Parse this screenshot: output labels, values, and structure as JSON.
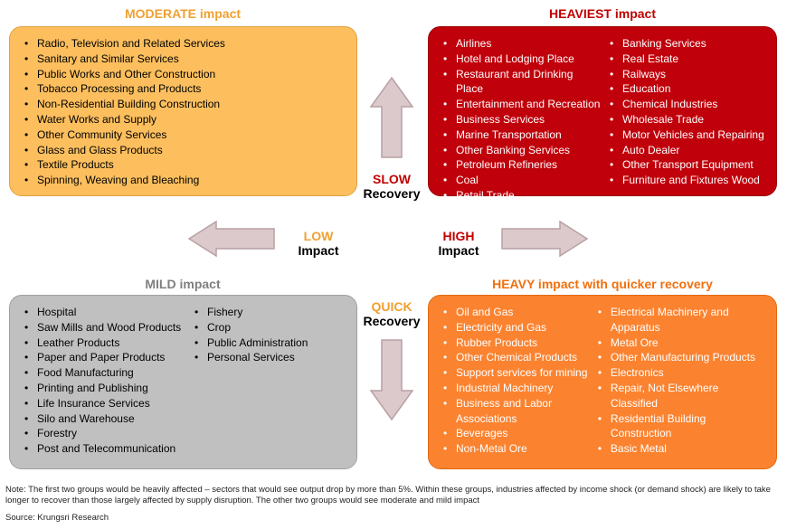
{
  "colors": {
    "moderate": "#fdbf5e",
    "moderate_title": "#f0a030",
    "heaviest": "#c0000b",
    "heaviest_title": "#c00000",
    "mild": "#c0c0c0",
    "mild_title": "#7f7f7f",
    "heavy": "#fb8330",
    "heavy_title": "#f07010",
    "arrow_fill": "#dcc9cb",
    "arrow_stroke": "#b8a0a3"
  },
  "quadrants": {
    "moderate": {
      "title": "MODERATE impact",
      "col1": [
        "Radio, Television and Related Services",
        "Sanitary and Similar Services",
        "Public Works and Other Construction",
        "Tobacco Processing and Products",
        "Non-Residential Building Construction",
        "Water Works and Supply",
        "Other Community Services",
        "Glass and Glass Products",
        "Textile Products",
        "Spinning, Weaving and Bleaching"
      ]
    },
    "heaviest": {
      "title": "HEAVIEST impact",
      "col1": [
        "Airlines",
        "Hotel and Lodging Place",
        "Restaurant and Drinking Place",
        "Entertainment and Recreation",
        "Business Services",
        "Marine Transportation",
        "Other Banking Services",
        "Petroleum Refineries",
        "Coal",
        "Retail Trade"
      ],
      "col2": [
        "Banking Services",
        "Real Estate",
        "Railways",
        "Education",
        "Chemical Industries",
        "Wholesale Trade",
        "Motor Vehicles and Repairing",
        "Auto Dealer",
        "Other Transport Equipment",
        "Furniture and Fixtures Wood"
      ]
    },
    "mild": {
      "title": "MILD impact",
      "col1": [
        "Hospital",
        "Saw Mills and Wood Products",
        "Leather Products",
        "Paper and Paper Products",
        "Food Manufacturing",
        "Printing and Publishing",
        "Life Insurance Services",
        "Silo and Warehouse",
        "Forestry",
        "Post and Telecommunication"
      ],
      "col2": [
        "Fishery",
        "Crop",
        "Public Administration",
        "Personal Services"
      ]
    },
    "heavy": {
      "title": "HEAVY impact with quicker recovery",
      "col1": [
        "Oil and Gas",
        "Electricity and Gas",
        "Rubber Products",
        "Other Chemical Products",
        "Support services for mining",
        "Industrial Machinery",
        "Business and Labor Associations",
        "Beverages",
        "Non-Metal Ore"
      ],
      "col2": [
        "Electrical Machinery and Apparatus",
        "Metal Ore",
        "Other Manufacturing Products",
        "Electronics",
        "Repair, Not Elsewhere Classified",
        "Residential Building Construction",
        "Basic Metal"
      ]
    }
  },
  "axis_labels": {
    "slow_word": "SLOW",
    "slow_sub": "Recovery",
    "quick_word": "QUICK",
    "quick_sub": "Recovery",
    "low_word": "LOW",
    "low_sub": "Impact",
    "high_word": "HIGH",
    "high_sub": "Impact"
  },
  "footer": {
    "note": "Note: The first two groups would be heavily affected – sectors that would see output drop by more than 5%. Within these groups, industries affected by income shock (or demand shock) are likely to take longer to recover than those largely affected by supply disruption. The other two groups would see moderate and mild impact",
    "source": "Source: Krungsri Research"
  }
}
